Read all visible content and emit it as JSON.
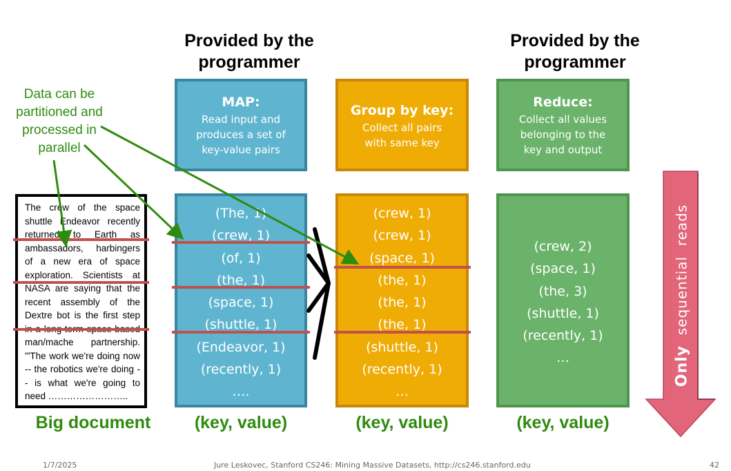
{
  "headers": {
    "left": [
      "Provided by the",
      "programmer"
    ],
    "right": [
      "Provided by the",
      "programmer"
    ]
  },
  "callout": [
    "Data can be",
    "partitioned and",
    "processed in",
    "parallel"
  ],
  "boxes": {
    "map": {
      "title": "MAP:",
      "desc": [
        "Read input and",
        "produces a set of",
        "key-value pairs"
      ]
    },
    "group": {
      "title": "Group by key:",
      "desc": [
        "Collect all pairs",
        "with same key"
      ]
    },
    "reduce": {
      "title": "Reduce:",
      "desc": [
        "Collect all values",
        "belonging to the",
        "key and output"
      ]
    }
  },
  "document_text": [
    "The crew of the space shuttle Endeavor recently returned to Earth as ambassadors, harbingers of a new era of space exploration. Scientists at NASA are saying that the recent assembly of the Dextre bot is the first step in a long-term space-based man/mache partnership. '\"The work we're doing now -- the robotics we're doing -- is what we're going to need ……………………..",
    "",
    "",
    ""
  ],
  "map_pairs": [
    "(The, 1)",
    "(crew, 1)",
    "(of, 1)",
    "(the, 1)",
    "(space, 1)",
    "(shuttle, 1)",
    "(Endeavor, 1)",
    "(recently, 1)",
    "…."
  ],
  "group_pairs": [
    "(crew, 1)",
    "(crew, 1)",
    "(space, 1)",
    "(the, 1)",
    "(the, 1)",
    "(the, 1)",
    "(shuttle, 1)",
    "(recently, 1)",
    "…"
  ],
  "reduce_pairs": [
    "(crew, 2)",
    "(space, 1)",
    "(the, 3)",
    "(shuttle, 1)",
    "(recently, 1)",
    "…"
  ],
  "bottom_labels": {
    "doc": "Big document",
    "map": "(key, value)",
    "group": "(key, value)",
    "reduce": "(key, value)"
  },
  "arrow_text": {
    "strong": "Only",
    "rest": "sequential  reads"
  },
  "footer": {
    "date": "1/7/2025",
    "citation": "Jure Leskovec, Stanford CS246: Mining Massive Datasets, http://cs246.stanford.edu",
    "page": "42"
  },
  "colors": {
    "map": "#5fb5cf",
    "group": "#efac05",
    "reduce": "#6bb36a",
    "partition_line": "#c0504d",
    "annotation": "#2e8b0f",
    "arrow": "#e3657a"
  }
}
